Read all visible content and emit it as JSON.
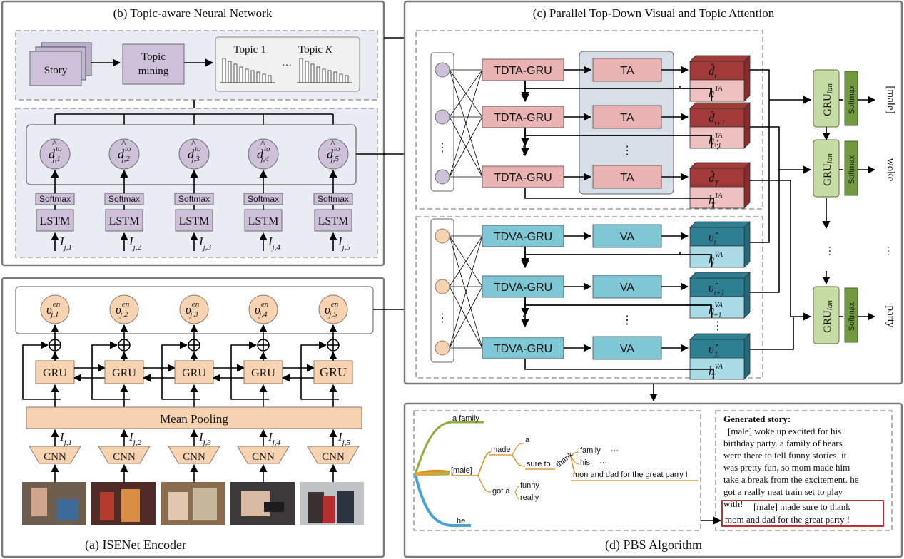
{
  "panels": {
    "b": "(b) Topic-aware Neural Network",
    "c": "(c) Parallel Top-Down Visual and Topic Attention",
    "a": "(a) ISENet Encoder",
    "d": "(d) PBS Algorithm"
  },
  "topic": {
    "story": "Story",
    "mining": [
      "Topic",
      "mining"
    ],
    "topic1": "Topic 1",
    "dots": "···",
    "topicK": "Topic",
    "topicK_italic": "K"
  },
  "nodes": {
    "d_base": "d",
    "d_sup": "to",
    "d_subs": [
      "j,1",
      "j,2",
      "j,3",
      "j,4",
      "j,5"
    ],
    "v_base": "υ",
    "v_sup": "en",
    "v_subs": [
      "j,1",
      "j,2",
      "j,3",
      "j,4",
      "j,5"
    ],
    "I_base": "I",
    "I_subs": [
      "j,1",
      "j,2",
      "j,3",
      "j,4",
      "j,5"
    ]
  },
  "labels": {
    "softmax": "Softmax",
    "lstm": "LSTM",
    "gru": "GRU",
    "mean_pooling": "Mean Pooling",
    "cnn": "CNN",
    "tdta_gru": "TDTA-GRU",
    "tdva_gru": "TDVA-GRU",
    "ta": "TA",
    "va": "VA",
    "gru_lan": "GRU",
    "gru_lan_sub": "lan",
    "vdots": "⋮",
    "hdots": "⋮"
  },
  "attention": {
    "d_hat": "d̂",
    "v_hat": "υ̂",
    "h": "h",
    "ta_sup": "TA",
    "va_sup": "VA",
    "subs": [
      "t",
      "t+1",
      "T"
    ]
  },
  "outputs": [
    "[male]",
    "woke",
    "party"
  ],
  "output_dots": "···",
  "pbs_tree": {
    "a_family": "a family",
    "male": "[male]",
    "he": "he",
    "made": "made",
    "a": "a",
    "sure_to": "sure to",
    "thank": "thank",
    "family": "family",
    "his": "his",
    "ellipsis": "···",
    "mom_and_dad": "mon and dad for the great parry !",
    "got_a": "got a",
    "funny": "funny",
    "really": "really"
  },
  "generated": {
    "heading": "Generated story:",
    "lines": [
      "[male] woke up excited for his",
      "birthday party. a family of bears",
      "were there to tell funny stories. it",
      "was pretty fun, so mom made him",
      "take a break from the excitement. he",
      "got a really neat train set to play",
      "with!"
    ],
    "highlight_1": "[male] made sure to thank",
    "highlight_2": "mom and dad for the great party !"
  },
  "colors": {
    "purple": "#cdc1da",
    "pink": "#e9b3b3",
    "darkred": "#a33a3a",
    "cyan": "#7fc7d5",
    "teal": "#2f7f93",
    "peach": "#f8d3b1",
    "green": "#c7dca4",
    "darkgreen": "#6f9a3f",
    "highlight_border": "#b01d1d"
  }
}
